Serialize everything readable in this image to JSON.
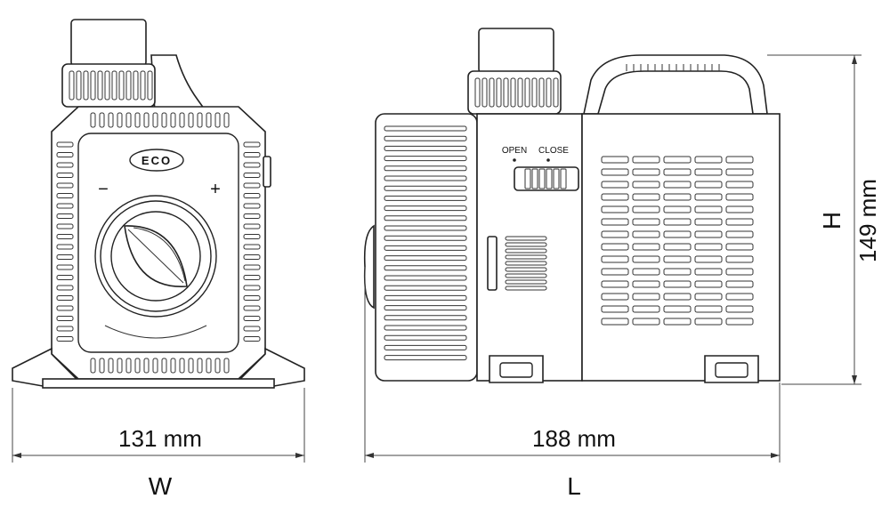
{
  "front_view": {
    "eco_label": "ECO",
    "minus_sign": "−",
    "plus_sign": "+",
    "width_value": "131 mm",
    "width_symbol": "W"
  },
  "side_view": {
    "open_label": "OPEN",
    "close_label": "CLOSE",
    "length_value": "188 mm",
    "length_symbol": "L",
    "height_value": "149 mm",
    "height_symbol": "H"
  }
}
